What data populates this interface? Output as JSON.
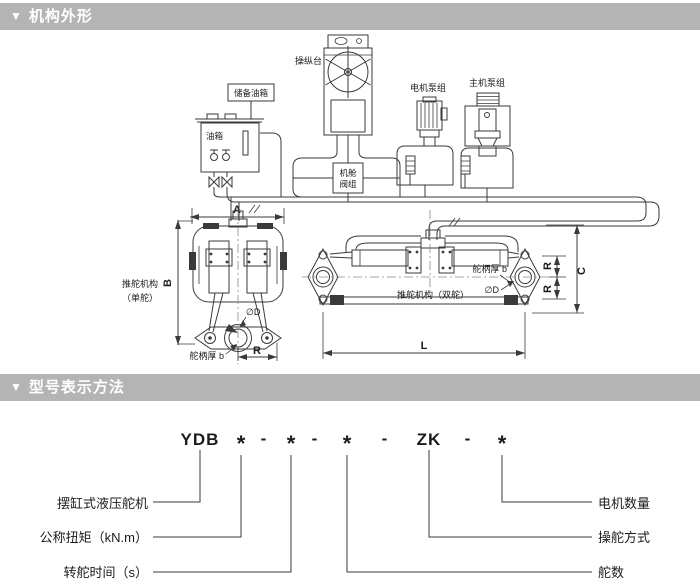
{
  "headers": {
    "marker": "▼",
    "outline": "机构外形",
    "model": "型号表示方法"
  },
  "diagram": {
    "console": "操纵台",
    "reserve_tank": "储备油箱",
    "oil_tank": "油箱",
    "motor_pump_unit": "电机泵组",
    "main_engine_pump_unit": "主机泵组",
    "engine_room_valve_line1": "机舱",
    "engine_room_valve_line2": "阀组",
    "single_rudder_mech_line1": "推舵机构",
    "single_rudder_mech_line2": "（单舵）",
    "double_rudder_mech": "推舵机构（双舵）",
    "tiller_thickness": "舵柄厚 b",
    "diameter_d": "∅D",
    "dim_a": "A",
    "dim_b": "B",
    "dim_c": "C",
    "dim_l": "L",
    "dim_r": "R"
  },
  "model_code": {
    "parts": [
      "YDB",
      "*",
      "-",
      "*",
      "-",
      "*",
      "-",
      "ZK",
      "-",
      "*"
    ],
    "left_labels": [
      "摆缸式液压舵机",
      "公称扭矩（kN.m）",
      "转舵时间（s）"
    ],
    "right_labels": [
      "电机数量",
      "操舵方式",
      "舵数"
    ]
  },
  "colors": {
    "header_bg": "#b4b4b4",
    "header_text": "#ffffff",
    "line": "#3a3a3a"
  }
}
